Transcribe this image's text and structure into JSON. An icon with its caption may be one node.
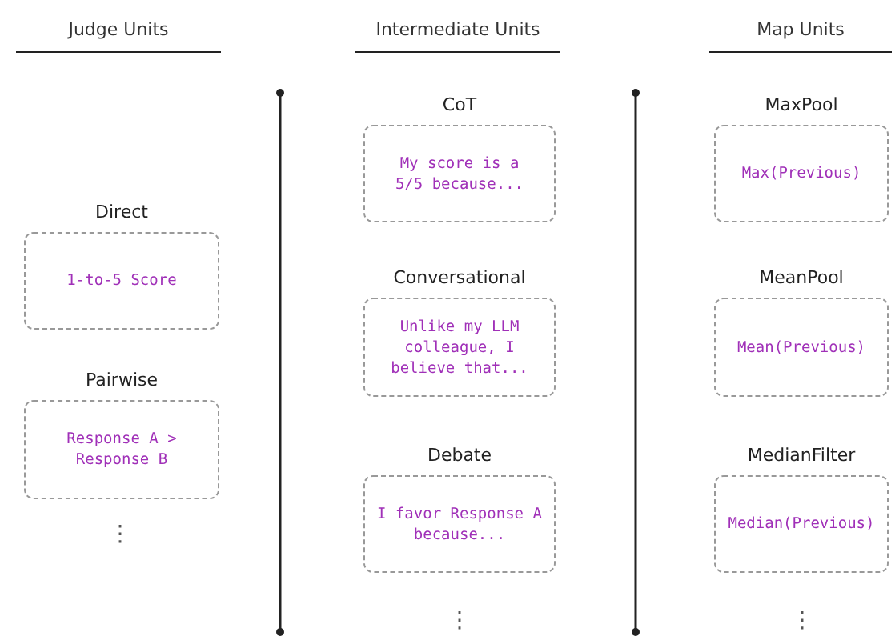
{
  "diagram": {
    "nodes": [
      {
        "text": [
          "Direct",
          "1-to-5 Score"
        ]
      },
      {
        "text": [
          "Pairwise",
          "Response A > Response B"
        ]
      },
      {
        "text": [
          "CoT",
          "My score is a 5/5 because..."
        ]
      },
      {
        "text": [
          "Conversational",
          "Unlike my LLM colleague, I believe that..."
        ]
      },
      {
        "text": [
          "Debate",
          "I favor Response A because..."
        ]
      },
      {
        "text": [
          "MaxPool",
          "Max(Previous)"
        ]
      },
      {
        "text": [
          "MeanPool",
          "Mean(Previous)"
        ]
      },
      {
        "text": [
          "MedianFilter",
          "Median(Previous)"
        ]
      }
    ],
    "edges": [],
    "labels": [
      "Judge Units",
      "Intermediate Units",
      "Map Units",
      "⋮",
      "⋮",
      "⋮"
    ]
  }
}
